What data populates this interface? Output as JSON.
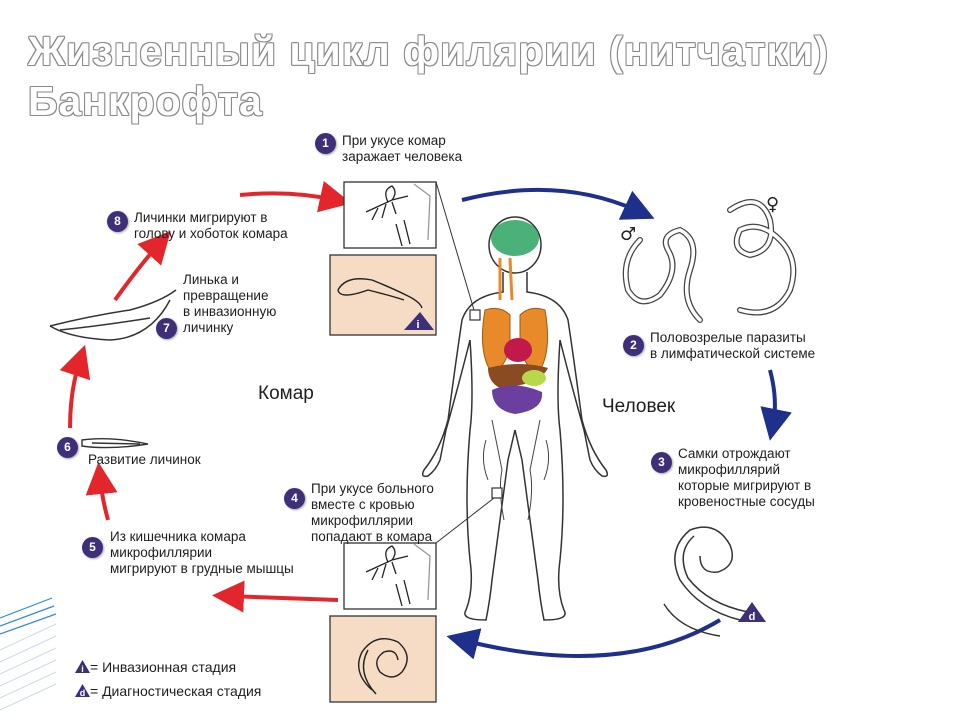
{
  "title": {
    "line1": "Жизненный цикл филярии (нитчатки)",
    "line2": "Банкрофта"
  },
  "hosts": {
    "mosquito": "Комар",
    "human": "Человек"
  },
  "steps": [
    {
      "num": "1",
      "lines": [
        "При укусе комар",
        "заражает человека"
      ]
    },
    {
      "num": "2",
      "lines": [
        "Половозрелые паразиты",
        "в лимфатической системе"
      ]
    },
    {
      "num": "3",
      "lines": [
        "Самки отрождают",
        "микрофиллярий",
        "которые мигрируют в",
        "кровеностные сосуды"
      ]
    },
    {
      "num": "4",
      "lines": [
        "При укусе больного",
        "вместе с кровью",
        "микрофиллярии",
        "попадают в комара"
      ]
    },
    {
      "num": "5",
      "lines": [
        "Из кишечника комара",
        "микрофиллярии",
        "мигрируют в грудные мышцы"
      ]
    },
    {
      "num": "6",
      "lines": [
        "Развитие личинок"
      ]
    },
    {
      "num": "7",
      "lines": [
        "Линька и",
        "превращение",
        "в инвазионную",
        "личинку"
      ]
    },
    {
      "num": "8",
      "lines": [
        "Личинки мигрируют в",
        "голову и хоботок комара"
      ]
    }
  ],
  "symbols": {
    "male": "♂",
    "female": "♀",
    "invasive": "i",
    "diagnostic": "d"
  },
  "legend": [
    {
      "icon": "i",
      "text": "= Инвазионная стадия"
    },
    {
      "icon": "d",
      "text": "= Диагностическая стадия"
    }
  ],
  "colors": {
    "red_arrow": "#e3262b",
    "blue_arrow": "#1f2f8c",
    "badge": "#3e2f78",
    "panel": "#f6dcc4",
    "brain": "#36a86a",
    "lungs": "#e88a2a",
    "heart": "#c2184a",
    "liver": "#8a4b22",
    "intestine": "#6b3fa0",
    "stomach": "#b8d84a"
  }
}
